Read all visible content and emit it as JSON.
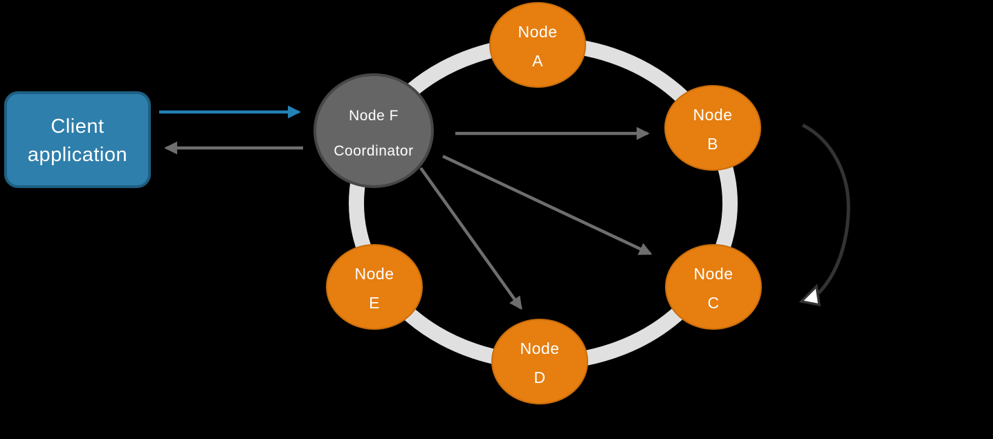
{
  "diagram": {
    "kind": "coordinator-ring-topology",
    "client": {
      "line1": "Client",
      "line2": "application"
    },
    "coordinator": {
      "line1": "Node F",
      "line2": "Coordinator"
    },
    "nodes": [
      {
        "id": "A",
        "line1": "Node",
        "line2": "A"
      },
      {
        "id": "B",
        "line1": "Node",
        "line2": "B"
      },
      {
        "id": "C",
        "line1": "Node",
        "line2": "C"
      },
      {
        "id": "D",
        "line1": "Node",
        "line2": "D"
      },
      {
        "id": "E",
        "line1": "Node",
        "line2": "E"
      }
    ],
    "edges": [
      {
        "from": "client",
        "to": "coordinator",
        "style": "blue-arrow"
      },
      {
        "from": "coordinator",
        "to": "client",
        "style": "gray-arrow"
      },
      {
        "from": "coordinator",
        "to": "B",
        "style": "gray-arrow"
      },
      {
        "from": "coordinator",
        "to": "C",
        "style": "gray-arrow"
      },
      {
        "from": "coordinator",
        "to": "D",
        "style": "gray-arrow"
      },
      {
        "from": "B",
        "to": "C",
        "style": "dark-curved-arrow"
      }
    ],
    "colors": {
      "background": "#000000",
      "ring": "#E0E0E0",
      "node_fill": "#E67E10",
      "node_border": "#C96D0B",
      "coordinator_fill": "#656565",
      "coordinator_border": "#474747",
      "client_fill": "#2E7FAB",
      "client_border": "#1D5F82",
      "arrow_blue": "#2581B4",
      "arrow_gray": "#6E6E6E",
      "arc_dark": "#333333",
      "text": "#FFFFFF"
    }
  }
}
